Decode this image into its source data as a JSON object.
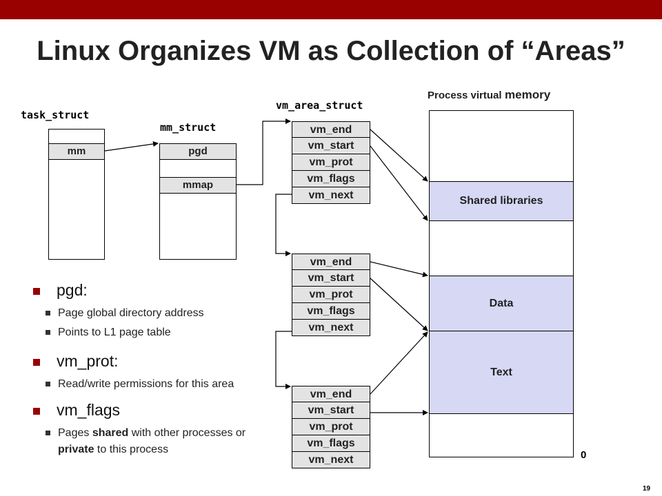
{
  "colors": {
    "topbar": "#990000",
    "region_fill": "#d6d8f4",
    "cell_fill": "#e3e3e3"
  },
  "title": "Linux Organizes VM as Collection of “Areas”",
  "labels": {
    "task_struct": "task_struct",
    "mm_struct": "mm_struct",
    "vm_area_struct": "vm_area_struct",
    "process_vm_prefix": "Process virtual",
    "process_vm_suffix": "memory",
    "zero": "0"
  },
  "task_struct": {
    "mm": "mm"
  },
  "mm_struct": {
    "pgd": "pgd",
    "mmap": "mmap"
  },
  "vm_area_fields": [
    "vm_end",
    "vm_start",
    "vm_prot",
    "vm_flags",
    "vm_next"
  ],
  "regions": {
    "shared": "Shared libraries",
    "data": "Data",
    "text": "Text"
  },
  "bullets": [
    {
      "head": "pgd:",
      "subs": [
        "Page global directory address",
        "Points to L1 page table"
      ]
    },
    {
      "head": "vm_prot:",
      "subs": [
        "Read/write permissions for this area"
      ]
    },
    {
      "head": "vm_flags",
      "sub_rich": {
        "p1": "Pages ",
        "b1": "shared",
        "p2": " with other processes or ",
        "b2": "private",
        "p3": " to this process"
      }
    }
  ],
  "page_number": "19"
}
